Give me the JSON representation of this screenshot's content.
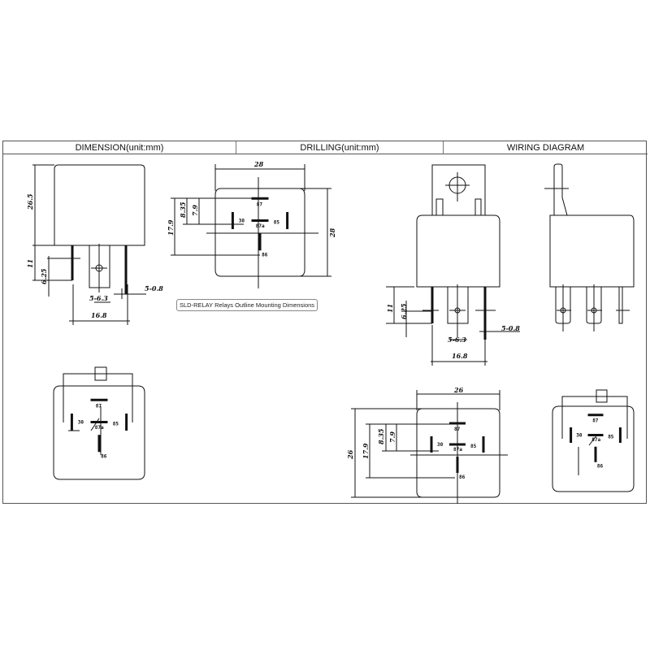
{
  "headers": {
    "dimension": "DIMENSION(unit:mm)",
    "drilling": "DRILLING(unit:mm)",
    "wiring": "WIRING DIAGRAM"
  },
  "caption": "SLD-RELAY Relays Outline Mounting Dimensions",
  "dimensions": {
    "height": "26.5",
    "pin_length": "11",
    "pin_hole": "6.25",
    "pin_width": "5-6.3",
    "pin_span": "16.8",
    "pin_thickness": "5-0.8",
    "width": "28",
    "depth": "28",
    "offset_1": "17.9",
    "offset_2": "8.35",
    "offset_3": "7.9",
    "width_bracket": "26",
    "depth_bracket": "26"
  },
  "pins": {
    "p87": "87",
    "p30": "30",
    "p85": "85",
    "p87a": "87a",
    "p86": "86"
  }
}
